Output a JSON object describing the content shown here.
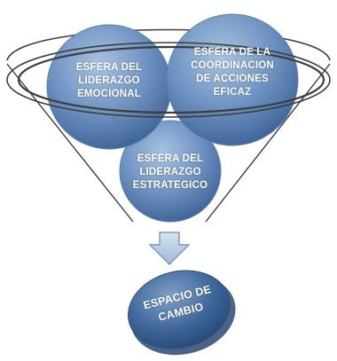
{
  "diagram": {
    "spheres": [
      {
        "id": "emocional",
        "lines": [
          "ESFERA  DEL",
          "LIDERAZGO",
          "EMOCIONAL"
        ]
      },
      {
        "id": "coordinacion",
        "lines": [
          "ESFERA DE LA",
          "COORDINACION",
          "DE ACCIONES",
          "EFICAZ"
        ]
      },
      {
        "id": "estrategico",
        "lines": [
          "ESFERA  DEL",
          "LIDERAZGO",
          "ESTRATEGICO"
        ]
      }
    ],
    "result": {
      "lines": [
        "ESPACIO DE",
        "CAMBIO"
      ]
    },
    "colors": {
      "sphere_light": "#8eaed3",
      "sphere_dark": "#3f6598",
      "result_dark": "#2a4f82",
      "arrow_fill": "#b8cde4",
      "outline": "#3d3d3d"
    }
  }
}
